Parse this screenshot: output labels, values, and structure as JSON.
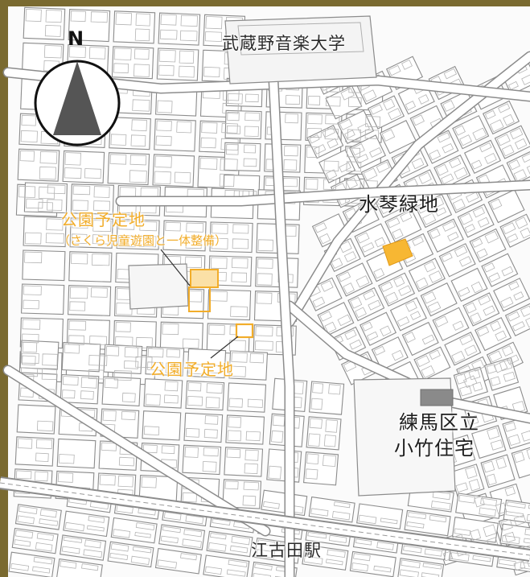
{
  "colors": {
    "frame": "#7a6a30",
    "road": "#ffffff",
    "block_outline": "#8c8c8c",
    "building_outline": "#b4b4b4",
    "park_orange": "#f7b733",
    "park_outline": "#f2ad2a",
    "housing_gray": "#8a8a8a",
    "compass_arrow": "#555555",
    "label_dark": "#2b2b2b",
    "label_orange": "#f2ad2a"
  },
  "compass": {
    "letter": "N",
    "icon": "north-arrow-icon"
  },
  "labels": {
    "university": "武蔵野音楽大学",
    "mizugoto_park": "水琴緑地",
    "park_plan_1": "公園予定地",
    "park_plan_1_note": "（さくら児童遊園と一体整備）",
    "park_plan_2": "公園予定地",
    "housing_line1": "練馬区立",
    "housing_line2": "小竹住宅",
    "station": "江古田駅"
  }
}
